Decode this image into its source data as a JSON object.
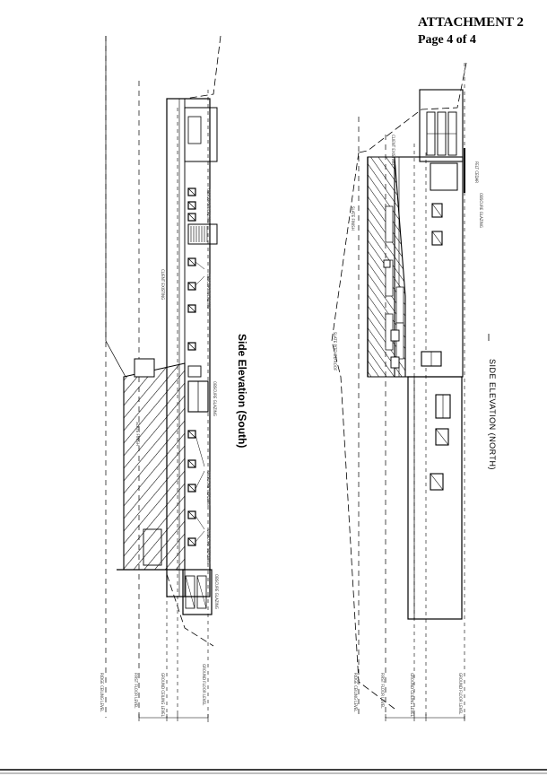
{
  "header": {
    "attachment": "ATTACHMENT 2",
    "page": "Page 4 of 4"
  },
  "drawings": {
    "south_title": "Side Elevation (South)",
    "north_title": "SIDE ELEVATION (NORTH)"
  },
  "colors": {
    "ink": "#000000",
    "paper": "#ffffff",
    "grey": "#555555"
  }
}
